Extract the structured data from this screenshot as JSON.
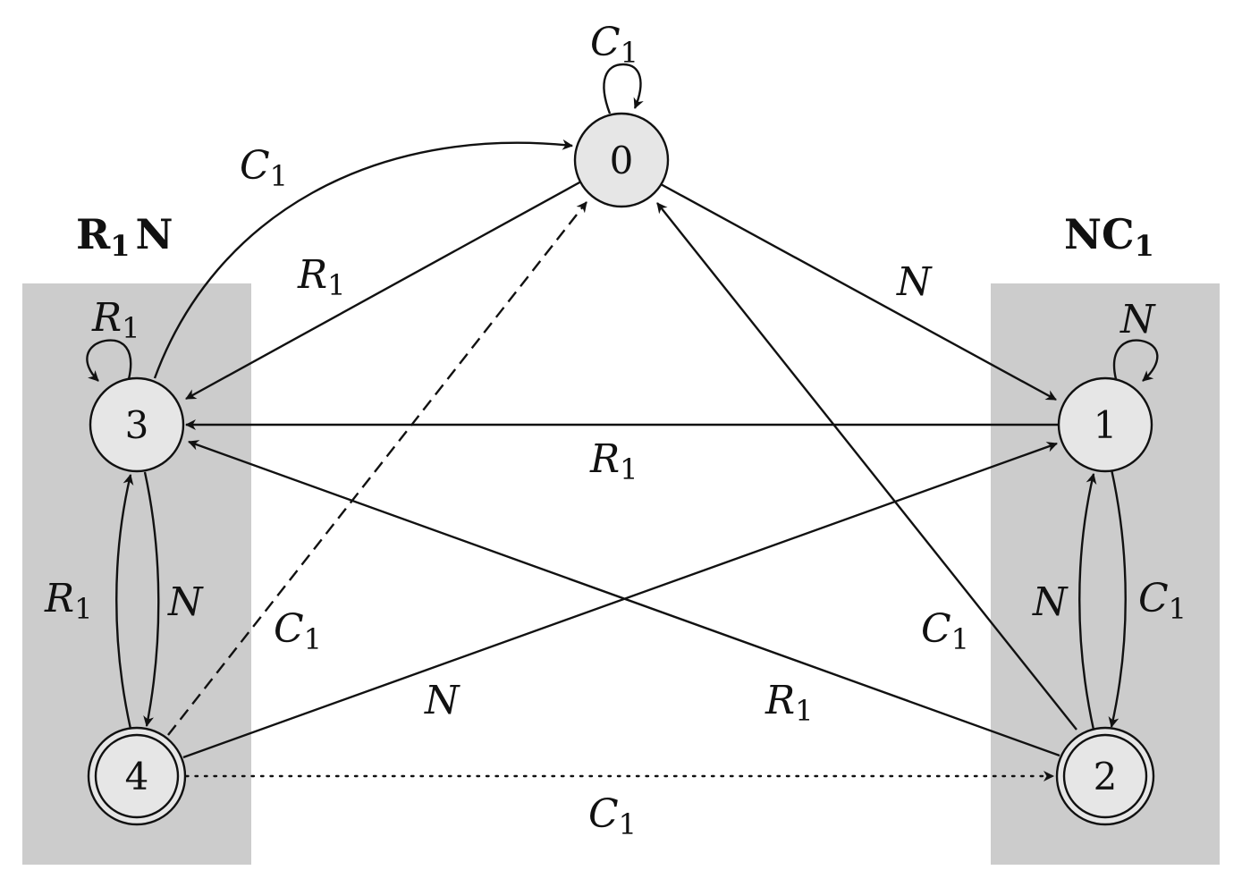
{
  "states": [
    {
      "id": "0",
      "label": "0",
      "accepting": false
    },
    {
      "id": "1",
      "label": "1",
      "accepting": false
    },
    {
      "id": "2",
      "label": "2",
      "accepting": true
    },
    {
      "id": "3",
      "label": "3",
      "accepting": false
    },
    {
      "id": "4",
      "label": "4",
      "accepting": true
    }
  ],
  "regions": {
    "left": {
      "label": "R",
      "sub": "1",
      "suffix": "N"
    },
    "right": {
      "label": "NC",
      "sub": "1"
    }
  },
  "edges": [
    {
      "from": "0",
      "to": "0",
      "label": "C",
      "sub": "1",
      "style": "solid"
    },
    {
      "from": "3",
      "to": "0",
      "label": "C",
      "sub": "1",
      "style": "solid"
    },
    {
      "from": "0",
      "to": "3",
      "label": "R",
      "sub": "1",
      "style": "solid"
    },
    {
      "from": "0",
      "to": "1",
      "label": "N",
      "sub": "",
      "style": "solid"
    },
    {
      "from": "3",
      "to": "3",
      "label": "R",
      "sub": "1",
      "style": "solid"
    },
    {
      "from": "1",
      "to": "1",
      "label": "N",
      "sub": "",
      "style": "solid"
    },
    {
      "from": "1",
      "to": "3",
      "label": "R",
      "sub": "1",
      "style": "solid"
    },
    {
      "from": "4",
      "to": "3",
      "label": "R",
      "sub": "1",
      "style": "solid"
    },
    {
      "from": "3",
      "to": "4",
      "label": "N",
      "sub": "",
      "style": "solid"
    },
    {
      "from": "4",
      "to": "0",
      "label": "C",
      "sub": "1",
      "style": "dashed"
    },
    {
      "from": "4",
      "to": "1",
      "label": "N",
      "sub": "",
      "style": "solid"
    },
    {
      "from": "2",
      "to": "3",
      "label": "R",
      "sub": "1",
      "style": "solid"
    },
    {
      "from": "2",
      "to": "0",
      "label": "C",
      "sub": "1",
      "style": "solid"
    },
    {
      "from": "2",
      "to": "1",
      "label": "N",
      "sub": "",
      "style": "solid"
    },
    {
      "from": "1",
      "to": "2",
      "label": "C",
      "sub": "1",
      "style": "solid"
    },
    {
      "from": "4",
      "to": "2",
      "label": "C",
      "sub": "1",
      "style": "dotted"
    }
  ],
  "colors": {
    "region_fill": "#cccccc",
    "state_fill": "#e6e6e6",
    "stroke": "#111111"
  }
}
